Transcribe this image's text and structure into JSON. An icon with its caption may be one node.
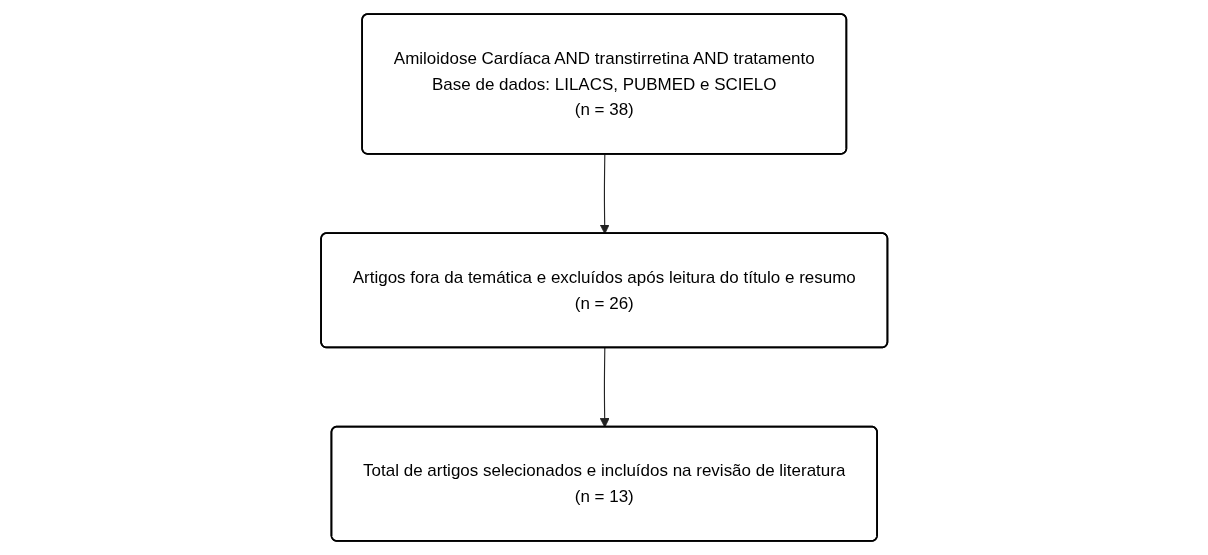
{
  "diagram": {
    "nodes": [
      {
        "text": [
          "Amiloidose Cardíaca AND transtirretina AND tratamento",
          "Base de dados: LILACS, PUBMED e SCIELO",
          "(n = 38)"
        ]
      },
      {
        "text": [
          "Artigos fora da temática e excluídos após leitura do título e resumo",
          "(n = 26)"
        ]
      },
      {
        "text": [
          "Total de artigos selecionados e incluídos na revisão de literatura",
          "(n = 13)"
        ]
      }
    ],
    "edges": [
      {
        "from": 0,
        "to": 1,
        "arrow": "to"
      },
      {
        "from": 1,
        "to": 2,
        "arrow": "to"
      }
    ]
  }
}
